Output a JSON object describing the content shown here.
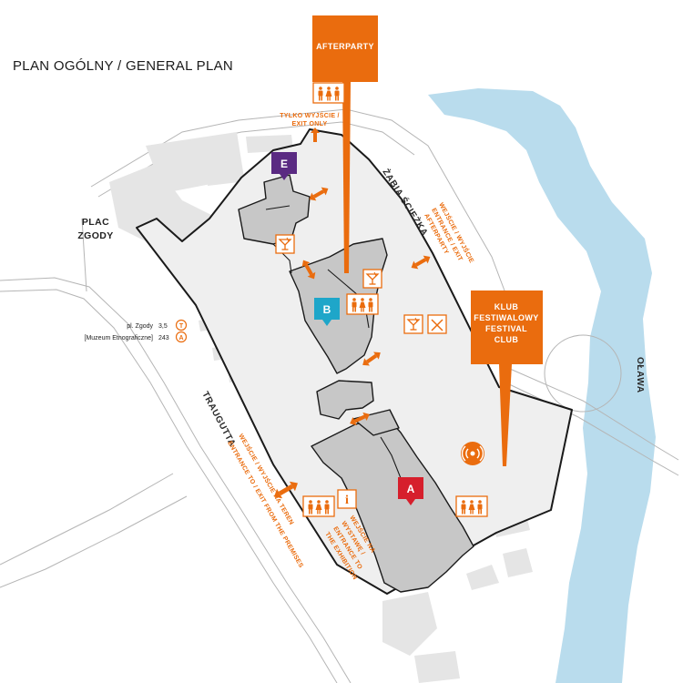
{
  "title": "PLAN OGÓLNY / GENERAL PLAN",
  "colors": {
    "orange": "#ea6c0e",
    "river": "#b9dced",
    "building": "#cfcfcf",
    "site": "#efefef",
    "purple": "#5a2a82",
    "blue": "#1ea6c9",
    "red": "#d61f2c"
  },
  "streets": {
    "plac": [
      "PLAC",
      "ZGODY"
    ],
    "traugutta": "TRAUGUTTA",
    "zabia": "ŻABIA ŚCIEŻKA",
    "olawa": "OŁAWA"
  },
  "transit": {
    "stop_line1": "pl. Zgody",
    "stop_line2": "[Muzeum Etnograficzne]",
    "tram": "3,5",
    "tram_icon": "T",
    "bus": "243",
    "bus_icon": "A"
  },
  "callouts": {
    "afterparty": "AFTERPARTY",
    "klub": [
      "KLUB",
      "FESTIWALOWY",
      "FESTIVAL",
      "CLUB"
    ]
  },
  "markers": {
    "a": "A",
    "b": "B",
    "e": "E"
  },
  "labels": {
    "exit_only": [
      "TYLKO WYJŚCIE /",
      "EXIT ONLY"
    ],
    "afterparty_entrance": [
      "WEJŚCIE / WYJŚCIE",
      "ENTRANCE / EXIT",
      "AFTERPARTY"
    ],
    "exhibition": [
      "WEJŚCIE NA",
      "WYSTAWĘ /",
      "ENTRANCE TO",
      "THE EXHIBITION"
    ],
    "premises": [
      "WEJŚCIE / WYJŚCIE NA TEREN",
      "ENTRANCE TO / EXIT FROM THE PREMISES"
    ]
  },
  "icons": {
    "info": "i",
    "toilets": "toilets-icon",
    "bar": "cocktail-icon",
    "restaurant": "cutlery-icon",
    "wifi": "signal-icon"
  }
}
